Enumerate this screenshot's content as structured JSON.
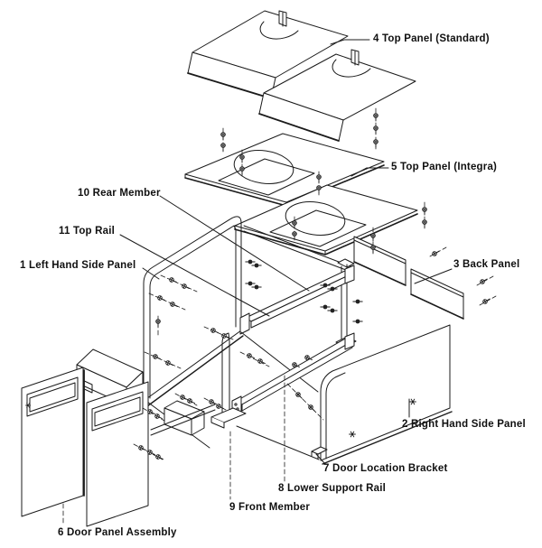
{
  "figure": {
    "kind": "exploded-parts-diagram",
    "subject": "Enclosure / cabinet assembly exploded view",
    "background_color": "#ffffff",
    "line_color": "#1b1b1b",
    "part_count": 11
  },
  "parts": [
    {
      "number": "1",
      "name": "Left Hand Side Panel",
      "label": "1  Left Hand Side Panel"
    },
    {
      "number": "2",
      "name": "Right Hand Side Panel",
      "label": "2  Right Hand Side Panel"
    },
    {
      "number": "3",
      "name": "Back Panel",
      "label": "3  Back Panel"
    },
    {
      "number": "4",
      "name": "Top Panel (Standard)",
      "label": "4  Top Panel (Standard)"
    },
    {
      "number": "5",
      "name": "Top Panel (Integra)",
      "label": "5  Top Panel (Integra)"
    },
    {
      "number": "6",
      "name": "Door Panel Assembly",
      "label": "6  Door Panel Assembly"
    },
    {
      "number": "7",
      "name": "Door Location Bracket",
      "label": "7  Door Location Bracket"
    },
    {
      "number": "8",
      "name": "Lower Support Rail",
      "label": "8  Lower Support Rail"
    },
    {
      "number": "9",
      "name": "Front Member",
      "label": "9  Front Member"
    },
    {
      "number": "10",
      "name": "Rear Member",
      "label": "10  Rear Member"
    },
    {
      "number": "11",
      "name": "Top Rail",
      "label": "11  Top Rail"
    }
  ]
}
